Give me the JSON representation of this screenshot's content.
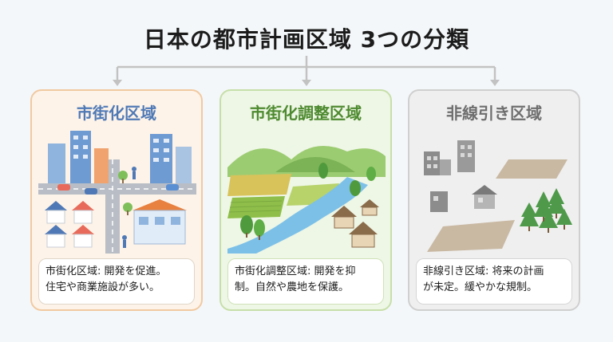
{
  "title": "日本の都市計画区域 3つの分類",
  "colors": {
    "urban_accent": "#4f79b6",
    "control_accent": "#4d8a2f",
    "undesignated_accent": "#6e6e6e",
    "urban_bg": "#fdf3e8",
    "control_bg": "#eef6e5",
    "undesignated_bg": "#efefef"
  },
  "categories": [
    {
      "heading": "市街化区域",
      "description": [
        "市街化区域: 開発を促進。",
        "住宅や商業施設が多い。"
      ],
      "illustration": "city-buildings-roads-houses"
    },
    {
      "heading": "市街化調整区域",
      "description": [
        "市街化調整区域: 開発を抑",
        "制。自然や農地を保護。"
      ],
      "illustration": "farmland-river-mountains"
    },
    {
      "heading": "非線引き区域",
      "description": [
        "非線引き区域: 将来の計画",
        "が未定。緩やかな規制。"
      ],
      "illustration": "scattered-buildings-trees"
    }
  ]
}
